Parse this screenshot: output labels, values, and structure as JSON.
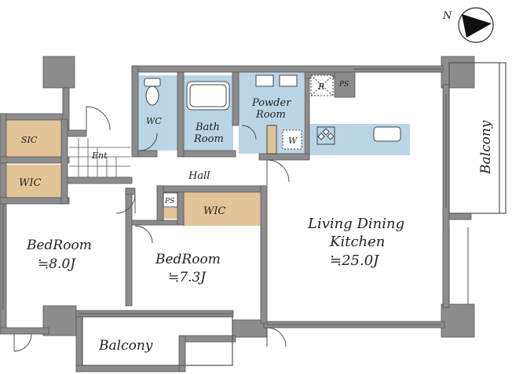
{
  "rooms": {
    "sic": "SIC",
    "wic_left": "WIC",
    "entrance": "Ent",
    "wc": "WC",
    "bath_line1": "Bath",
    "bath_line2": "Room",
    "powder_line1": "Powder",
    "powder_line2": "Room",
    "washer": "W",
    "refrigerator": "R",
    "ps_kitchen": "PS",
    "ps_hall": "PS",
    "hall": "Hall",
    "wic_center": "WIC",
    "bedroom1_name": "BedRoom",
    "bedroom1_size": "≒8.0J",
    "bedroom2_name": "BedRoom",
    "bedroom2_size": "≒7.3J",
    "ldk_line1": "Living Dining",
    "ldk_line2": "Kitchen",
    "ldk_size": "≒25.0J",
    "balcony_right": "Balcony",
    "balcony_bottom": "Balcony"
  },
  "compass": {
    "north": "N"
  },
  "colors": {
    "wall": "#8c8c8c",
    "wet_area": "#b9d5e6",
    "storage": "#e3c498",
    "floor": "#ffffff",
    "line": "#555555"
  }
}
